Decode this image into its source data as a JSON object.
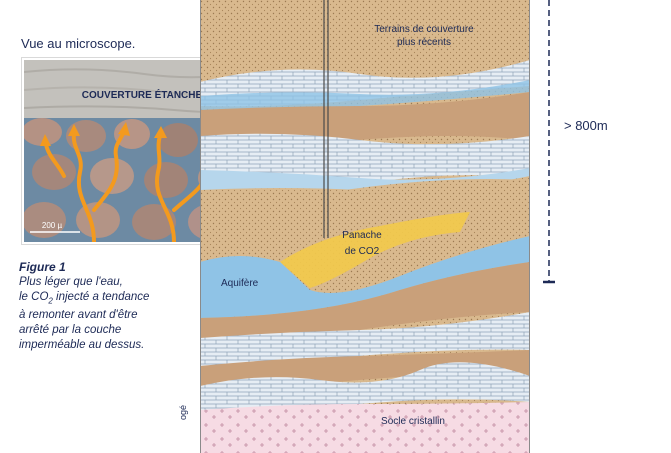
{
  "micro_title": "Vue au microscope.",
  "photo": {
    "cap_label": "COUVERTURE ÉTANCHE",
    "scale_label": "200 µ"
  },
  "caption": {
    "title": "Figure 1",
    "line1": "Plus léger que l'eau,",
    "line2_pre": "le CO",
    "line2_sub": "2",
    "line2_post": " injecté a tendance",
    "line3": "à remonter avant d'être",
    "line4": "arrêté par la couche",
    "line5": "imperméable au dessus."
  },
  "strata_labels": {
    "cover_line1": "Terrains de couverture",
    "cover_line2": "plus récents",
    "plume_line1": "Panache",
    "plume_line2": "de CO2",
    "aquifer": "Aquifère",
    "basement": "Socle cristallin"
  },
  "depth_label": "> 800m",
  "side_credit": "ogé",
  "colors": {
    "sand": "#d9b98e",
    "brown": "#c9a07a",
    "blue_light": "#dbe8f3",
    "blue_mid": "#8fc3e6",
    "plume": "#f2c94c",
    "pink": "#f6dbe4",
    "text": "#1d2a56",
    "arrow": "#f39a1e"
  }
}
